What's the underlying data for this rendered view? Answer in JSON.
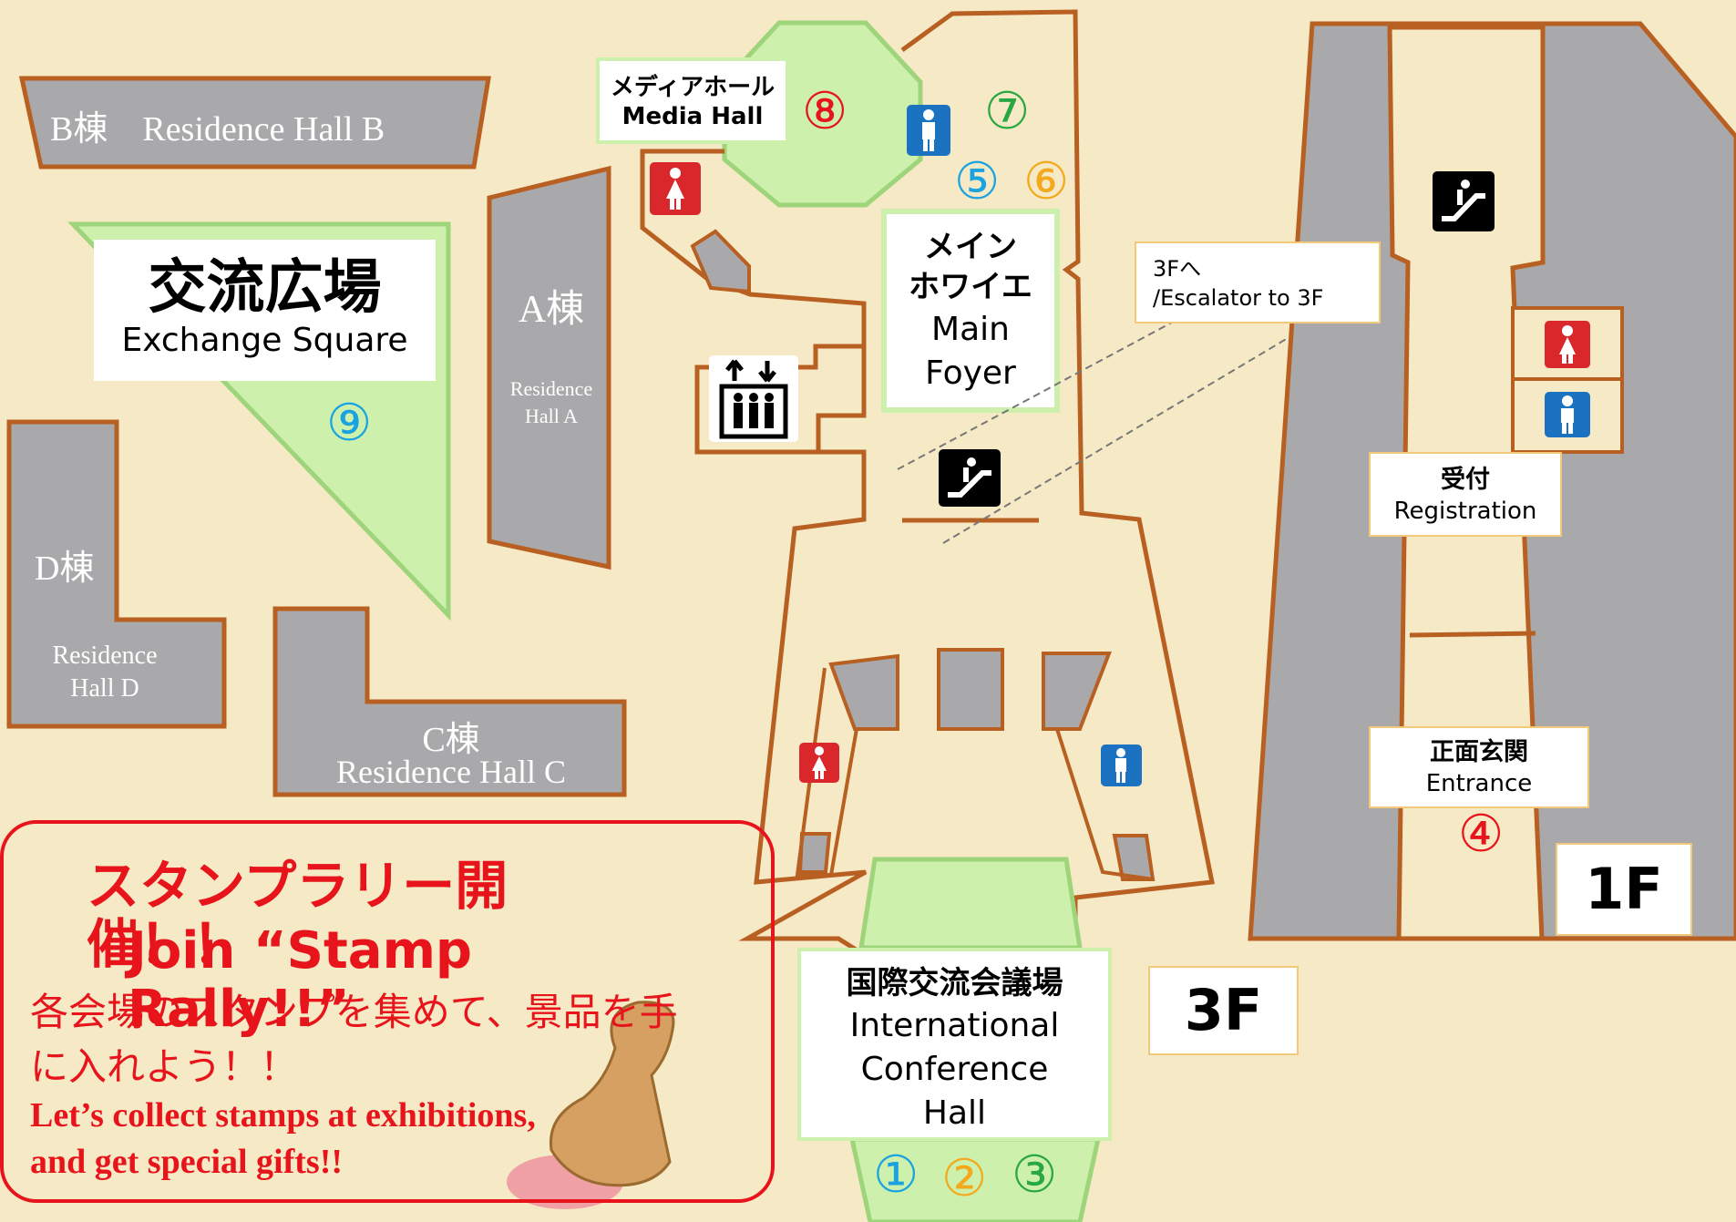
{
  "buildings": {
    "b": "B棟　Residence Hall B",
    "a_title": "A棟",
    "a_sub": "Residence Hall A",
    "d_title": "D棟",
    "d_sub": "Residence Hall D",
    "c_title": "C棟",
    "c_sub": "Residence Hall C"
  },
  "venues": {
    "media_hall_jp": "メディアホール",
    "media_hall_en": "Media Hall",
    "exchange_jp": "交流広場",
    "exchange_en": "Exchange Square",
    "foyer_jp_1": "メイン",
    "foyer_jp_2": "ホワイエ",
    "foyer_en_1": "Main",
    "foyer_en_2": "Foyer",
    "escalator_jp": "3Fへ",
    "escalator_en": "/Escalator to 3F",
    "registration_jp": "受付",
    "registration_en": "Registration",
    "entrance_jp": "正面玄関",
    "entrance_en": "Entrance",
    "conference_jp": "国際交流会議場",
    "conference_en_1": "International",
    "conference_en_2": "Conference",
    "conference_en_3": "Hall"
  },
  "stamp_points": [
    {
      "label": "①",
      "color": "#1aa3e0"
    },
    {
      "label": "②",
      "color": "#f4a91c"
    },
    {
      "label": "③",
      "color": "#29a842"
    },
    {
      "label": "④",
      "color": "#e8141b"
    },
    {
      "label": "⑤",
      "color": "#1aa3e0"
    },
    {
      "label": "⑥",
      "color": "#f4a91c"
    },
    {
      "label": "⑦",
      "color": "#29a842"
    },
    {
      "label": "⑧",
      "color": "#e8141b"
    },
    {
      "label": "⑨",
      "color": "#1aa3e0"
    }
  ],
  "floors": {
    "upper": "3F",
    "ground": "1F"
  },
  "rally": {
    "title_jp": "スタンプラリー開催！！",
    "title_en": "Join “Stamp Rally!!”",
    "desc_jp_1": "各会場のスタンプを集めて、景品を手",
    "desc_jp_2": "に入れよう！！",
    "desc_en_1": "Let’s  collect stamps at exhibitions,",
    "desc_en_2": "and get special gifts!!"
  },
  "colors": {
    "background": "#f6e9c6",
    "building": "#a9a9ab",
    "outline": "#b85f22",
    "venue_fill": "#cdf0ad",
    "venue_border": "#9ed47a",
    "rally_red": "#e8141b"
  },
  "icons": [
    "restroom-female-icon",
    "restroom-male-icon",
    "escalator-icon",
    "elevator-icon",
    "stamp-icon"
  ]
}
